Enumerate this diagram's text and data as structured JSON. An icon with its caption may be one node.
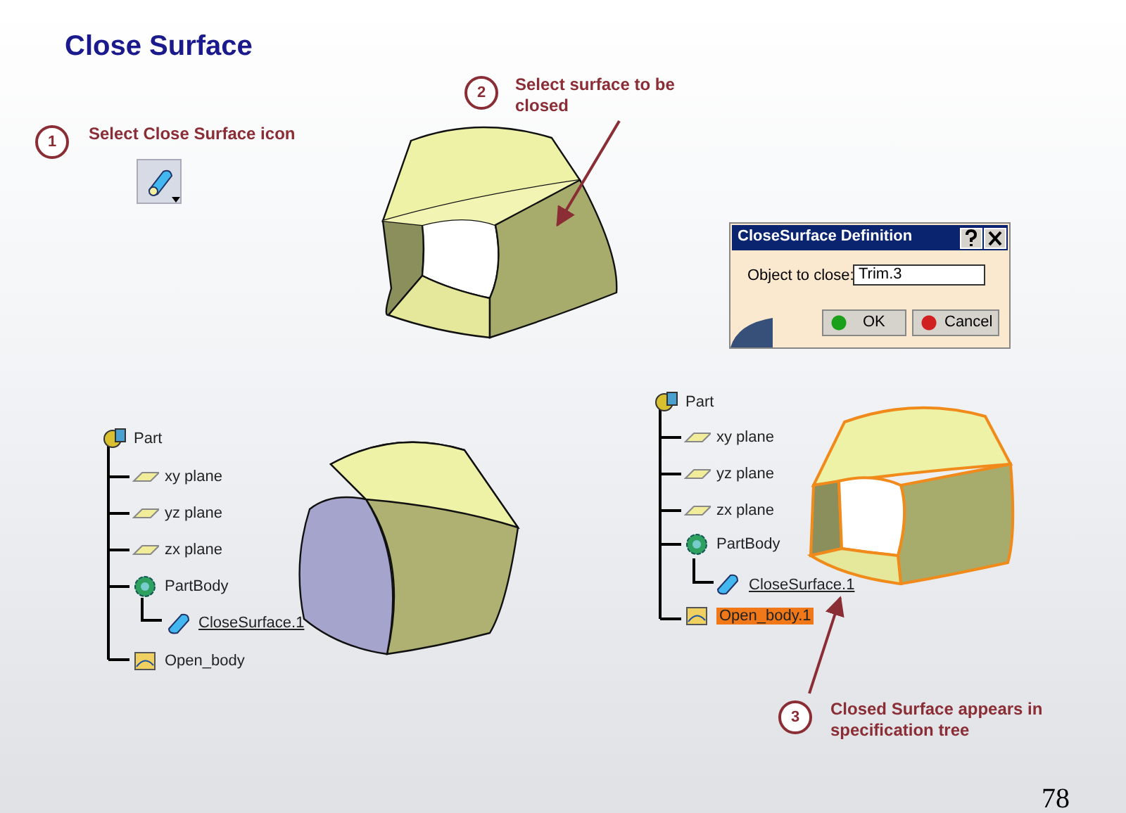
{
  "diagram": {
    "title": "Close Surface",
    "nodes": [
      {
        "text": [
          "2",
          "Select surface to be closed"
        ]
      },
      {
        "text": [
          "1",
          "Select Close Surface icon"
        ]
      },
      {
        "text": [],
        "shape": "picture"
      },
      {
        "text": [
          "3",
          "Closed Surface appears in specification tree"
        ]
      },
      {
        "text": [
          "CloseSurface.1"
        ]
      }
    ],
    "edges": [
      {
        "from": 0,
        "to": 2,
        "arrow": "to"
      },
      {
        "from": 3,
        "to": 4,
        "arrow": "to"
      }
    ],
    "labels": [
      "CloseSurface Definition",
      "Object to close:",
      "Trim.3",
      "OK",
      "Cancel",
      "Part",
      "xy plane",
      "yz plane",
      "zx plane",
      "PartBody",
      "CloseSurface.1",
      "Open_body",
      "Part",
      "xy plane",
      "yz plane",
      "zx plane",
      "PartBody",
      "Open_body.1",
      "78"
    ]
  }
}
